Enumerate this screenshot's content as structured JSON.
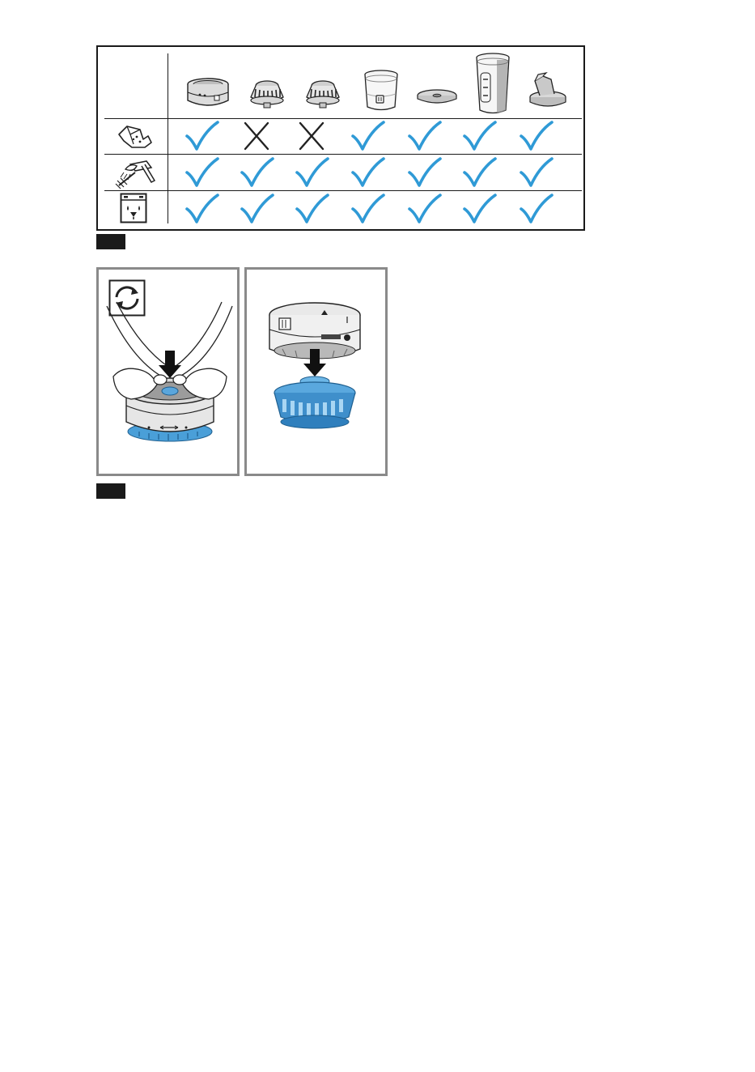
{
  "figure_labels": [
    "",
    ""
  ],
  "colors": {
    "check": "#2f9ad6",
    "cross": "#222222",
    "accent_blue": "#3a8fc9",
    "frame": "#1a1a1a",
    "panel_border": "#8a8a8a"
  },
  "table": {
    "parts": [
      {
        "icon": "filter-housing-icon"
      },
      {
        "icon": "filter-insert-icon"
      },
      {
        "icon": "filter-insert-icon"
      },
      {
        "icon": "container-icon"
      },
      {
        "icon": "lid-disc-icon"
      },
      {
        "icon": "bottle-icon"
      },
      {
        "icon": "drinking-lid-icon"
      }
    ],
    "methods": [
      {
        "icon": "wipe-cloth-icon",
        "marks": [
          "check",
          "cross",
          "cross",
          "check",
          "check",
          "check",
          "check"
        ]
      },
      {
        "icon": "brush-sponge-icon",
        "marks": [
          "check",
          "check",
          "check",
          "check",
          "check",
          "check",
          "check"
        ]
      },
      {
        "icon": "dishwasher-icon",
        "marks": [
          "check",
          "check",
          "check",
          "check",
          "check",
          "check",
          "check"
        ]
      }
    ]
  },
  "panels": [
    {
      "icon": "rotate-arrows-icon"
    },
    {
      "icon": "filter-assembly-icon"
    }
  ]
}
